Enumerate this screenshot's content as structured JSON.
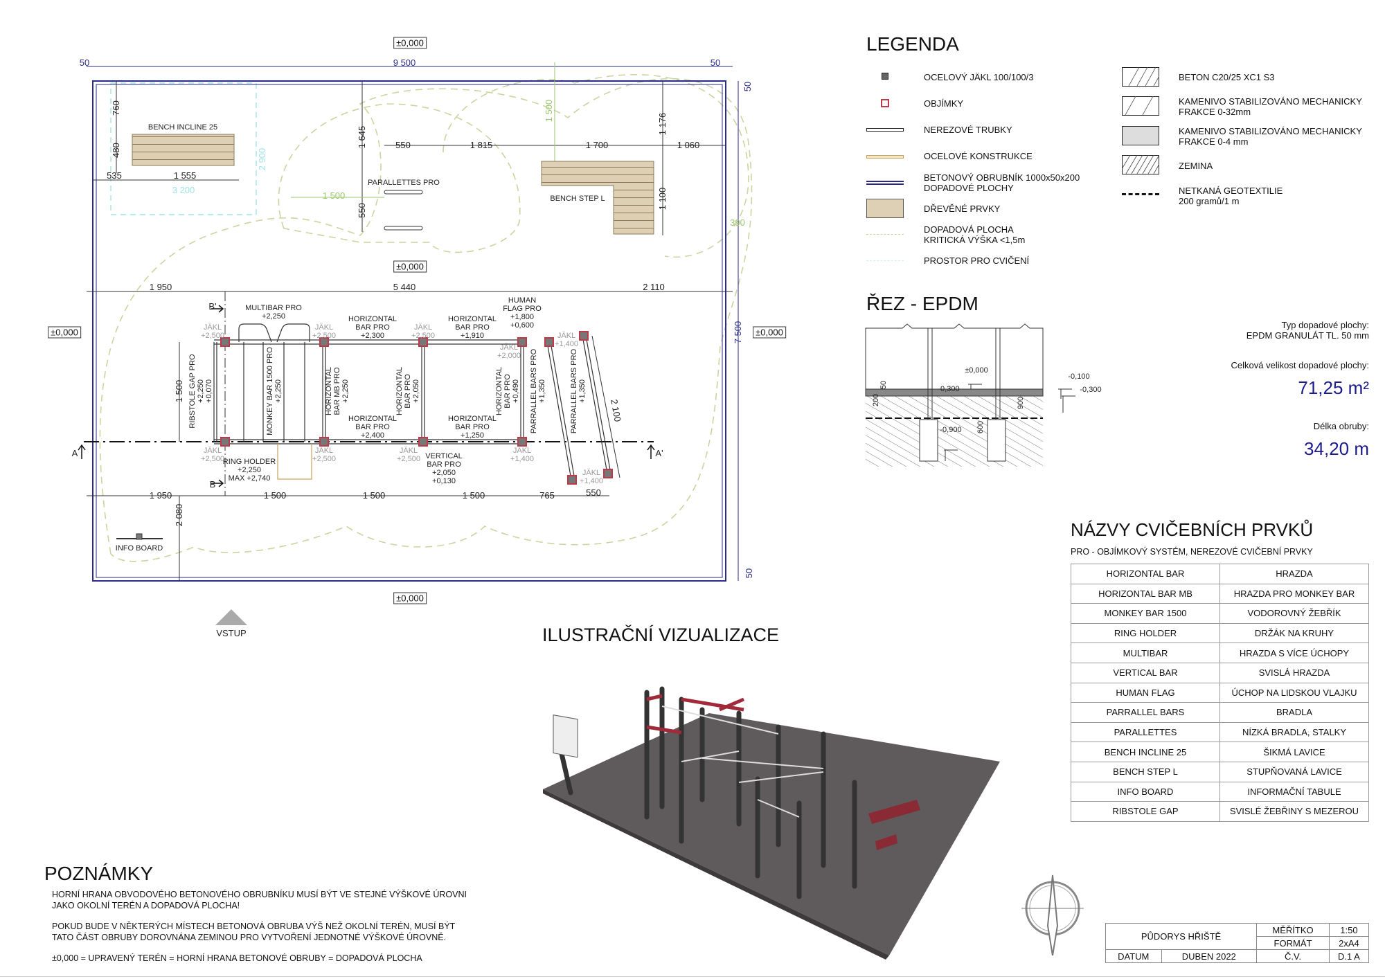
{
  "plan": {
    "level": "±0,000",
    "dim_top": {
      "left": "50",
      "total": "9 500",
      "right": "50"
    },
    "dim_mid": [
      "1 950",
      "5 440",
      "2 110"
    ],
    "dim_bottom": [
      "1 950",
      "1 500",
      "1 500",
      "1 500",
      "765",
      "550"
    ],
    "dim_upper": [
      "550",
      "1 815",
      "1 700",
      "1 060"
    ],
    "dim_vert": {
      "d1645": "1 645",
      "d1176": "1 176",
      "d1100": "1 100",
      "d760": "760",
      "d480": "480",
      "d535": "535",
      "d1555": "1 555",
      "d550": "550",
      "d1500": "1 500",
      "d2080": "2 080",
      "d7500": "7 500",
      "d50a": "50",
      "d50b": "50",
      "d2100": "2 100"
    },
    "dim_green": {
      "h1500": "1 500",
      "v1500": "1 500",
      "d390": "390"
    },
    "dim_cyan": {
      "w": "3 200",
      "h": "2 900"
    },
    "sections": {
      "a": "A",
      "a2": "A'",
      "b": "B",
      "b2": "B'"
    },
    "items": {
      "bench_incline": "BENCH INCLINE 25",
      "bench_step": "BENCH STEP L",
      "parallettes": "PARALLETTES PRO",
      "info_board": "INFO BOARD",
      "multibar": "MULTIBAR PRO\n+2,250",
      "hb_top1": "HORIZONTAL\nBAR PRO\n+2,300",
      "hb_top2": "HORIZONTAL\nBAR PRO\n+1,910",
      "human_flag": "HUMAN\nFLAG PRO\n+1,800\n+0,600",
      "hb_bot1": "HORIZONTAL\nBAR PRO\n+2,400",
      "hb_bot2": "HORIZONTAL\nBAR PRO\n+1,250",
      "ring_holder": "RING HOLDER\n+2,250\nMAX +2,740",
      "vertical_bar": "VERTICAL\nBAR PRO\n+2,050\n+0,130",
      "ribstole": "RIBSTOLE GAP PRO\n+2,250\n+0,070",
      "monkey": "MONKEY BAR 1500 PRO\n+2,250",
      "hb_mb": "HORIZONTAL\nBAR MB PRO\n+2,250",
      "hb_v1": "HORIZONTAL\nBAR PRO\n+2,050",
      "hb_v2": "HORIZONTAL\nBAR PRO\n+0,490",
      "pb1": "PARRALLEL BARS PRO\n+1,350",
      "pb2": "PARRALLEL BARS PRO\n+1,350"
    },
    "jakl": {
      "j2500": "JÄKL\n+2,500",
      "j2000": "JÄKL\n+2,000",
      "j1400": "JÄKL\n+1,400"
    },
    "entrance": "VSTUP"
  },
  "legend": {
    "title": "LEGENDA",
    "left": [
      "OCELOVÝ JÄKL 100/100/3",
      "OBJÍMKY",
      "NEREZOVÉ TRUBKY",
      "OCELOVÉ KONSTRUKCE",
      "BETONOVÝ OBRUBNÍK 1000x50x200\nDOPADOVÉ PLOCHY",
      "DŘEVĚNÉ PRVKY",
      "DOPADOVÁ PLOCHA\nKRITICKÁ VÝŠKA <1,5m",
      "PROSTOR PRO CVIČENÍ"
    ],
    "right": [
      "BETON C20/25 XC1 S3",
      "KAMENIVO STABILIZOVÁNO MECHANICKY\nFRAKCE 0-32mm",
      "KAMENIVO STABILIZOVÁNO MECHANICKY\nFRAKCE 0-4 mm",
      "ZEMINA",
      "NETKANÁ GEOTEXTILIE\n200 gramů/1 m"
    ]
  },
  "section": {
    "title": "ŘEZ - EPDM",
    "labels": {
      "zero": "±0,000",
      "m300": "-0,300",
      "m900": "-0,900",
      "m100": "-0,100",
      "m300r": "-0,300",
      "d50": "50",
      "d200": "200",
      "d600": "600",
      "d900": "900"
    },
    "surface_type_label": "Typ dopadové plochy:\nEPDM GRANULÁT TL. 50 mm",
    "area_label": "Celková velikost dopadové plochy:",
    "area_value": "71,25 m²",
    "curb_label": "Délka obruby:",
    "curb_value": "34,20 m"
  },
  "names": {
    "title": "NÁZVY CVIČEBNÍCH PRVKŮ",
    "subtitle": "PRO - OBJÍMKOVÝ SYSTÉM, NEREZOVÉ CVIČEBNÍ PRVKY",
    "rows": [
      [
        "HORIZONTAL BAR",
        "HRAZDA"
      ],
      [
        "HORIZONTAL BAR MB",
        "HRAZDA PRO MONKEY BAR"
      ],
      [
        "MONKEY BAR 1500",
        "VODOROVNÝ ŽEBŘÍK"
      ],
      [
        "RING HOLDER",
        "DRŽÁK NA KRUHY"
      ],
      [
        "MULTIBAR",
        "HRAZDA S VÍCE ÚCHOPY"
      ],
      [
        "VERTICAL BAR",
        "SVISLÁ HRAZDA"
      ],
      [
        "HUMAN FLAG",
        "ÚCHOP NA LIDSKOU VLAJKU"
      ],
      [
        "PARRALLEL BARS",
        "BRADLA"
      ],
      [
        "PARALLETTES",
        "NÍZKÁ BRADLA, STALKY"
      ],
      [
        "BENCH INCLINE 25",
        "ŠIKMÁ LAVICE"
      ],
      [
        "BENCH STEP L",
        "STUPŇOVANÁ LAVICE"
      ],
      [
        "INFO BOARD",
        "INFORMAČNÍ TABULE"
      ],
      [
        "RIBSTOLE GAP",
        "SVISLÉ ŽEBŘINY S MEZEROU"
      ]
    ]
  },
  "visualization": {
    "title": "ILUSTRAČNÍ VIZUALIZACE"
  },
  "notes": {
    "title": "POZNÁMKY",
    "items": [
      "HORNÍ HRANA OBVODOVÉHO BETONOVÉHO OBRUBNÍKU MUSÍ BÝT VE STEJNÉ VÝŠKOVÉ ÚROVNI\nJAKO OKOLNÍ TERÉN A DOPADOVÁ PLOCHA!",
      "POKUD BUDE V NĚKTERÝCH MÍSTECH BETONOVÁ OBRUBA VÝŠ NEŽ OKOLNÍ TERÉN, MUSÍ BÝT\nTATO ČÁST OBRUBY DOROVNÁNA ZEMINOU PRO VYTVOŘENÍ JEDNOTNÉ VÝŠKOVÉ ÚROVNĚ.",
      "±0,000 = UPRAVENÝ TERÉN = HORNÍ HRANA BETONOVÉ OBRUBY = DOPADOVÁ PLOCHA"
    ]
  },
  "title_block": {
    "name": "PŮDORYS HŘIŠTĚ",
    "scale_label": "MĚŘÍTKO",
    "scale": "1:50",
    "format_label": "FORMÁT",
    "format": "2xA4",
    "date_label": "DATUM",
    "date": "DUBEN 2022",
    "number_label": "Č.V.",
    "number": "D.1 A"
  },
  "colors": {
    "curb": "#2a2a8a",
    "wood": "#ddd0b4",
    "clamp": "#c0394b",
    "accent_value": "#1c1c8c",
    "impact_zone": "#c9d6a0"
  }
}
